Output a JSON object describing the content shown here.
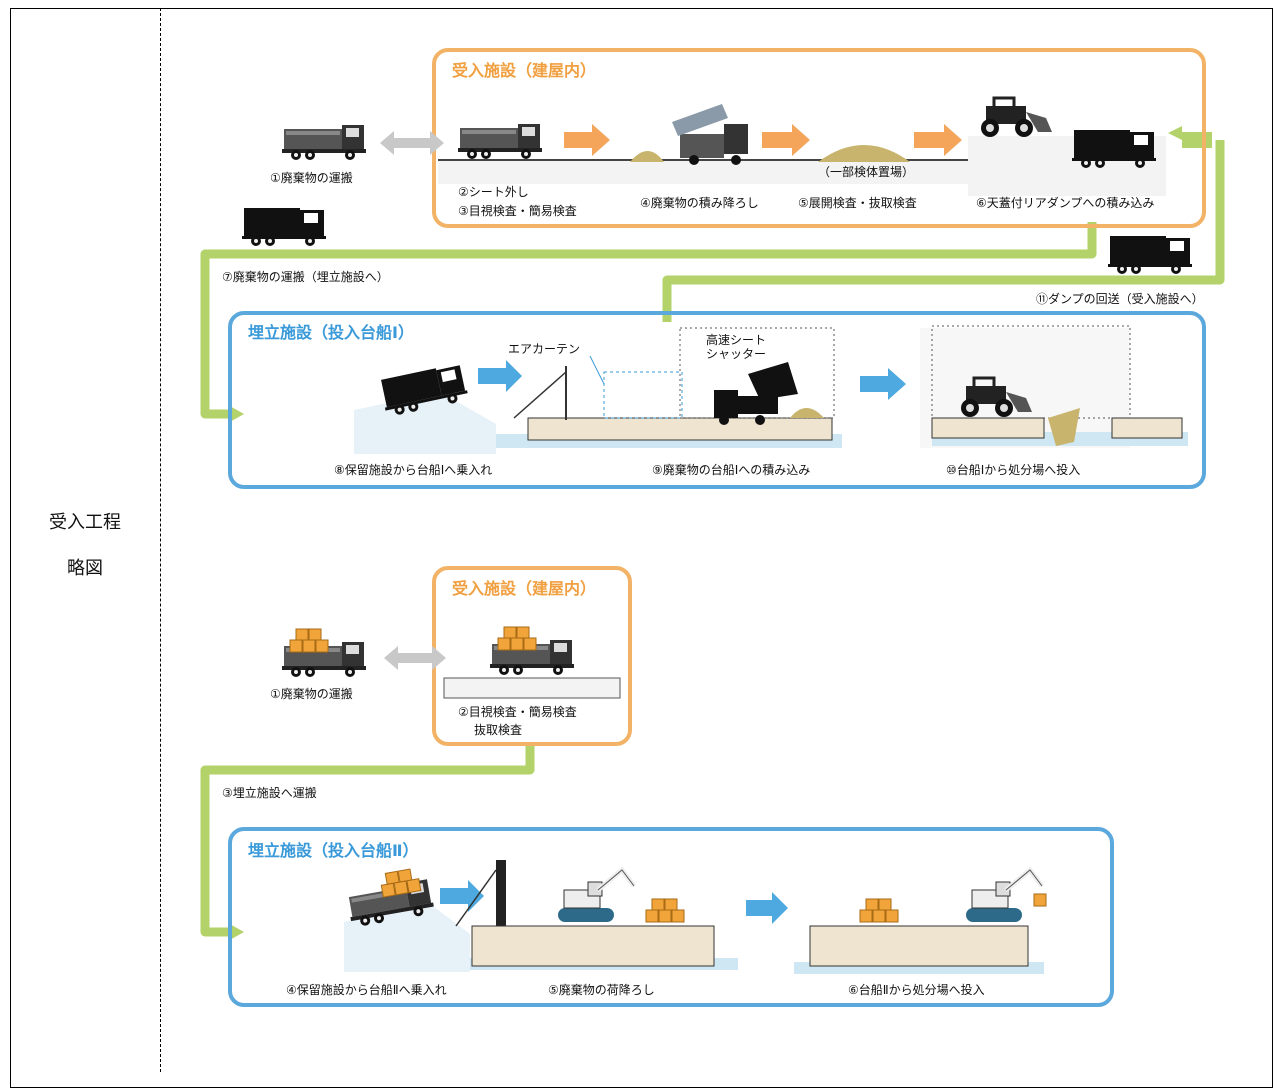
{
  "row_label": {
    "line1": "受入工程",
    "line2": "略図"
  },
  "colors": {
    "orange_frame": "#f2b366",
    "orange_title": "#f0a040",
    "orange_arrow": "#f4a55a",
    "blue_frame": "#5aa8dc",
    "blue_title": "#3a9ad9",
    "blue_arrow": "#4ea9e0",
    "green_path": "#b3d36a",
    "gray_arrow": "#c8c8c8",
    "water": "#cfe7f3",
    "barge": "#efe4cf",
    "sand": "#c9b46e",
    "cargo_orange": "#f0a43a"
  },
  "diagram1": {
    "receiving_title": "受入施設（建屋内）",
    "landfill_title": "埋立施設（投入台船Ⅰ）",
    "s1": "①廃棄物の運搬",
    "s2": "②シート外し",
    "s3": "③目視検査・簡易検査",
    "s4": "④廃棄物の積み降ろし",
    "s5": "⑤展開検査・抜取検査",
    "s5_note": "（一部検体置場）",
    "s6": "⑥天蓋付リアダンプへの積み込み",
    "s7": "⑦廃棄物の運搬（埋立施設へ）",
    "s8": "⑧保留施設から台船Ⅰへ乗入れ",
    "s9": "⑨廃棄物の台船Ⅰへの積み込み",
    "s10": "⑩台船Ⅰから処分場へ投入",
    "s11": "⑪ダンプの回送（受入施設へ）",
    "air_curtain": "エアカーテン",
    "shutter_line1": "高速シート",
    "shutter_line2": "シャッター"
  },
  "diagram2": {
    "receiving_title": "受入施設（建屋内）",
    "landfill_title": "埋立施設（投入台船Ⅱ）",
    "s1": "①廃棄物の運搬",
    "s2_line1": "②目視検査・簡易検査",
    "s2_line2": "抜取検査",
    "s3": "③埋立施設へ運搬",
    "s4": "④保留施設から台船Ⅱへ乗入れ",
    "s5": "⑤廃棄物の荷降ろし",
    "s6": "⑥台船Ⅱから処分場へ投入"
  }
}
